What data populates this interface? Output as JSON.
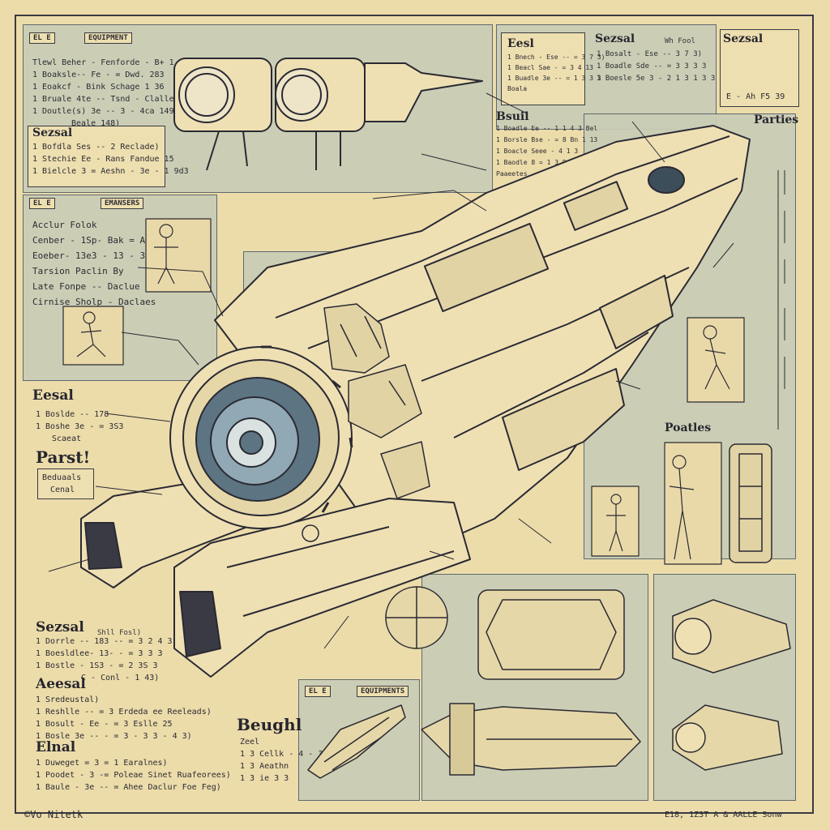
{
  "blocks": {
    "top_left": {
      "tag1": "EL E",
      "tag2": "EQUIPMENT",
      "lines": [
        "Tlewl Beher - Fenforde - B+ 1 fal)",
        "1 Boaksle-- Fe - = Dwd. 283",
        "1 Eoakcf - Bink Schage 1 36",
        "1 Bruale 4te -- Tsnd - Clalle",
        "1 Doutle(s) 3e -- 3 - 4ca 149)",
        "Beale  148)"
      ]
    },
    "sezsal_left": {
      "title": "Sezsal",
      "lines": [
        "1 Bofdla Ses -- 2 Reclade)",
        "1 Stechie Ee - Rans Fandue 15",
        "1 Bielcle 3 = Aeshn - 3e - 1 9d3"
      ]
    },
    "left_mid": {
      "tag1": "EL E",
      "tag2": "EMANSERS",
      "lines": [
        "Acclur Folok",
        "Cenber - 1Sp- Bak = A6e)",
        "Eoeber- 13e3 - 13 - 3)",
        "Tarsion Paclin By",
        "Late Fonpe -- Daclue 156)",
        "Cirnise Sholp - Daclaes"
      ]
    },
    "left_lower": {
      "title": "Eesal",
      "lines": [
        "1 Boslde -- 178",
        "1 Boshe 3e - = 3S3",
        "Scaeat"
      ]
    },
    "parst": {
      "title": "Parst!",
      "lines": [
        "Beduaals",
        "Cenal"
      ]
    },
    "sezsal_bottom": {
      "title": "Sezsal",
      "lines": [
        "1 Dorrle -- 183 -- = 3 2 4 3",
        "1 Boesldlee- 13- - = 3 3 3",
        "1 Bostle - 1S3 - = 2 3S 3",
        "C - Conl - 1 43)"
      ],
      "right_note": "Shll Fosl)"
    },
    "aeesal": {
      "title": "Aeesal",
      "lines": [
        "1 Sredeustal)",
        "1 Reshlle -- = 3 Erdeda ee Reeleads)",
        "1 Bosult - Ee - = 3 Eslle 25",
        "1 Bosle 3e -- - = 3 - 3 3 - 4 3)"
      ]
    },
    "elnal": {
      "title": "Elnal",
      "lines": [
        "1 Duweget = 3 = 1 Earalnes)",
        "1 Poodet - 3 -= Poleae Sinet Ruafeorees)",
        "1 Baule - 3e -- = Ahee Daclur Foe Feg)"
      ]
    },
    "beughl": {
      "title": "Beughl",
      "lines": [
        "Zeel",
        "1 3 Cellk - 4 - 3",
        "1 3 Aeathn",
        "1 3 ie 3 3"
      ]
    },
    "top_mid": {
      "title": "Eesl",
      "lines": [
        "1 Bnech - Ese -- = 3 7 3)",
        "1 Beacl Sae - = 3 4 13",
        "1 Buadle 3e -- = 1 3 3 3",
        "Boala"
      ]
    },
    "sezsal_top": {
      "title": "Sezsal",
      "note": "Wh Fool",
      "lines": [
        "1 Bosalt - Ese -- 3 7 3)",
        "1 Boadle Sde -- = 3 3 3 3",
        "1 Boesle 5e 3 - 2 1 3 1 3 3 3)"
      ]
    },
    "sezsal_tr": {
      "title": "Sezsal",
      "sub": "E - Ah F5 39"
    },
    "mid_center": {
      "title": "Bsuil",
      "lines": [
        "1 Boadle Ee -- 1 1 4 3 Bel",
        "1 Borsle Bse - = 8 Bn 1 13",
        "1 Boacle Seee - 4 1 3",
        "1 Baodle 8 = 1 3 9 3",
        "Paaeetes"
      ]
    },
    "right_labels": [
      "Parties",
      "Poatles"
    ],
    "bottom_tags": [
      "EL E",
      "EQUIPMENTS"
    ],
    "footer": {
      "left": "©Vo Nitetk",
      "right": "E18, 1Z3T A & AALLE Sonw"
    }
  }
}
